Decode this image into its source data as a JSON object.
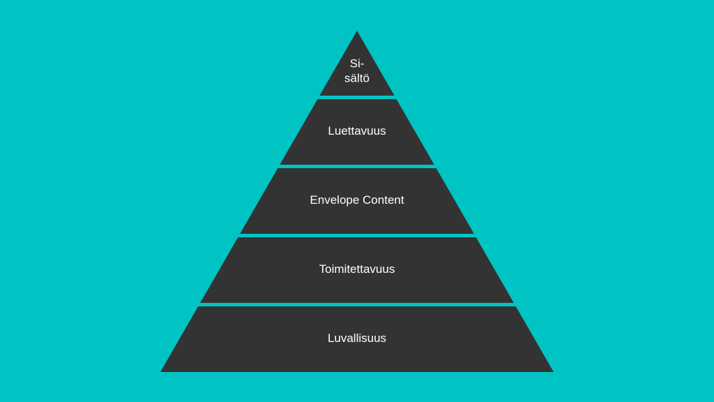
{
  "pyramid": {
    "tiers": [
      {
        "label": [
          "Si-",
          "sältö"
        ]
      },
      {
        "label": [
          "Luettavuus"
        ]
      },
      {
        "label": [
          "Envelope Content"
        ]
      },
      {
        "label": [
          "Toimitettavuus"
        ]
      },
      {
        "label": [
          "Luvallisuus"
        ]
      }
    ]
  },
  "colors": {
    "background": "#00c4c4",
    "tier_fill": "#333333",
    "label_text": "#ffffff"
  }
}
